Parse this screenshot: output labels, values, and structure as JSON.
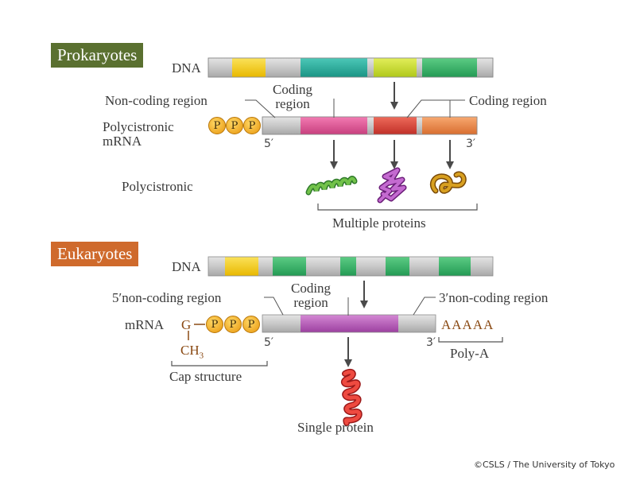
{
  "prokaryotes": {
    "title": "Prokaryotes",
    "dna_label": "DNA",
    "coding_region_1": "Coding\nregion",
    "noncoding_label": "Non-coding region",
    "coding_region_2": "Coding region",
    "mrna_label": "Polycistronic\nmRNA",
    "five_prime": "5′",
    "three_prime": "3′",
    "phosphate": "P",
    "row_label": "Polycistronic",
    "proteins_label": "Multiple proteins"
  },
  "eukaryotes": {
    "title": "Eukaryotes",
    "dna_label": "DNA",
    "five_noncoding": "5′non-coding region",
    "coding_region": "Coding\nregion",
    "three_noncoding": "3′non-coding region",
    "mrna_label": "mRNA",
    "g_label": "G",
    "ch3_label": "CH",
    "ch3_sub": "3",
    "phosphate": "P",
    "five_prime": "5′",
    "three_prime": "3′",
    "poly_a_seq": "AAAAA",
    "cap_label": "Cap structure",
    "poly_a_label": "Poly-A",
    "protein_label": "Single protein"
  },
  "copyright": "©CSLS / The University of Tokyo",
  "colors": {
    "prok_tag": "#5a7030",
    "euk_tag": "#cf6a2c",
    "gray_bar": "#c8c8c8",
    "yellow": "#f5d02a",
    "teal": "#2bb0a0",
    "lime": "#cde02a",
    "green": "#3bb56a",
    "pink": "#e05b9a",
    "red": "#d9443a",
    "orange": "#ee8a4a",
    "purple_mrna": "#b85cb8",
    "phosphate": "#f0a820",
    "brown": "#8a4a14"
  }
}
